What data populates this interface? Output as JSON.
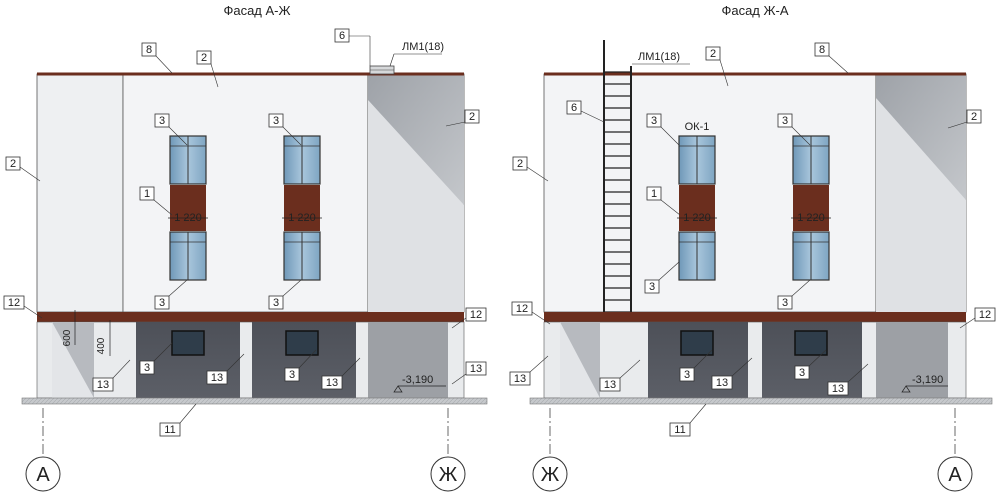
{
  "facades": [
    {
      "title": "Фасад А-Ж",
      "roof_label": "ЛМ1(18)",
      "window_dim": "1 220",
      "elevation": "-3,190",
      "dim_600": "600",
      "dim_400": "400",
      "axis_left": "А",
      "axis_right": "Ж",
      "callouts": {
        "c8": "8",
        "c6": "6",
        "c2a": "2",
        "c2b": "2",
        "c2c": "2",
        "c3a": "3",
        "c3b": "3",
        "c1": "1",
        "c3c": "3",
        "c3d": "3",
        "c12a": "12",
        "c12b": "12",
        "c13a": "13",
        "c13b": "13",
        "c13c": "13",
        "c13d": "13",
        "c3e": "3",
        "c3f": "3",
        "c11": "11"
      }
    },
    {
      "title": "Фасад Ж-А",
      "roof_label": "ЛМ1(18)",
      "window_tag": "ОК-1",
      "window_dim": "1 220",
      "elevation": "-3,190",
      "axis_left": "Ж",
      "axis_right": "А",
      "callouts": {
        "c8": "8",
        "c6": "6",
        "c2a": "2",
        "c2b": "2",
        "c2c": "2",
        "c3a": "3",
        "c3b": "3",
        "c1": "1",
        "c3c": "3",
        "c3d": "3",
        "c12a": "12",
        "c12b": "12",
        "c13a": "13",
        "c13b": "13",
        "c13c": "13",
        "c13d": "13",
        "c3e": "3",
        "c3f": "3",
        "c11": "11"
      }
    }
  ],
  "colors": {
    "wall": "#f1f2f4",
    "shadow": "#b5b8bd",
    "band": "#6b2e1e",
    "panel": "#4a4d55",
    "glass": "#7fa6c4",
    "ground": "#b9bcc0"
  }
}
